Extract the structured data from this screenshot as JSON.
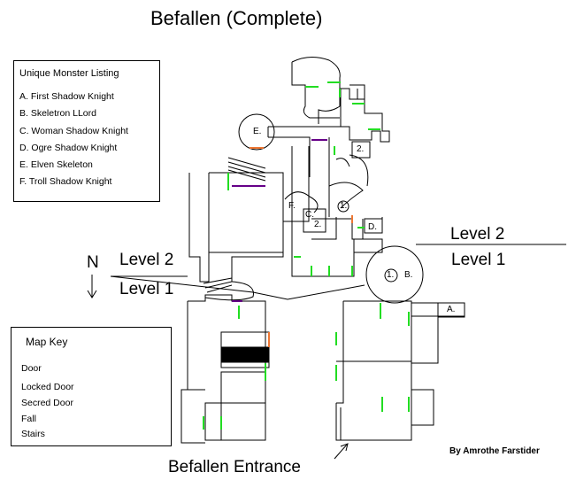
{
  "title": "Befallen (Complete)",
  "monster_listing": {
    "heading": "Unique Monster Listing",
    "items": [
      {
        "id": "A",
        "label": "A.  First Shadow Knight"
      },
      {
        "id": "B",
        "label": "B.  Skeletron LLord"
      },
      {
        "id": "C",
        "label": "C.  Woman Shadow Knight"
      },
      {
        "id": "D",
        "label": "D.  Ogre Shadow Knight"
      },
      {
        "id": "E",
        "label": "E.  Elven Skeleton"
      },
      {
        "id": "F",
        "label": "F.  Troll Shadow Knight"
      }
    ]
  },
  "map_key": {
    "heading": "Map Key",
    "items": [
      {
        "label": "Door",
        "color": "#22dd22",
        "style": "line"
      },
      {
        "label": "Locked Door",
        "color": "#ee7733",
        "style": "line"
      },
      {
        "label": "Secred Door",
        "color": "#660088",
        "style": "line"
      },
      {
        "label": "Fall",
        "color": "#0000bb",
        "style": "line"
      },
      {
        "label": "Stairs",
        "color": "#000000",
        "style": "stairs"
      }
    ]
  },
  "compass": {
    "label": "N"
  },
  "level_labels": {
    "left_upper": "Level 2",
    "left_lower": "Level 1",
    "right_upper": "Level 2",
    "right_lower": "Level 1"
  },
  "room_markers": {
    "E": "E.",
    "B": "B.",
    "A": "A.",
    "C": "C.",
    "D": "D.",
    "F": "F.",
    "one_a": "1.",
    "one_b": "1.",
    "two_a": "2.",
    "two_b": "2."
  },
  "entrance_label": "Befallen Entrance",
  "author": "By Amrothe Farstider",
  "colors": {
    "door": "#22dd22",
    "locked": "#ee7733",
    "secret": "#660088",
    "fall": "#0000bb",
    "wall": "#000000"
  }
}
